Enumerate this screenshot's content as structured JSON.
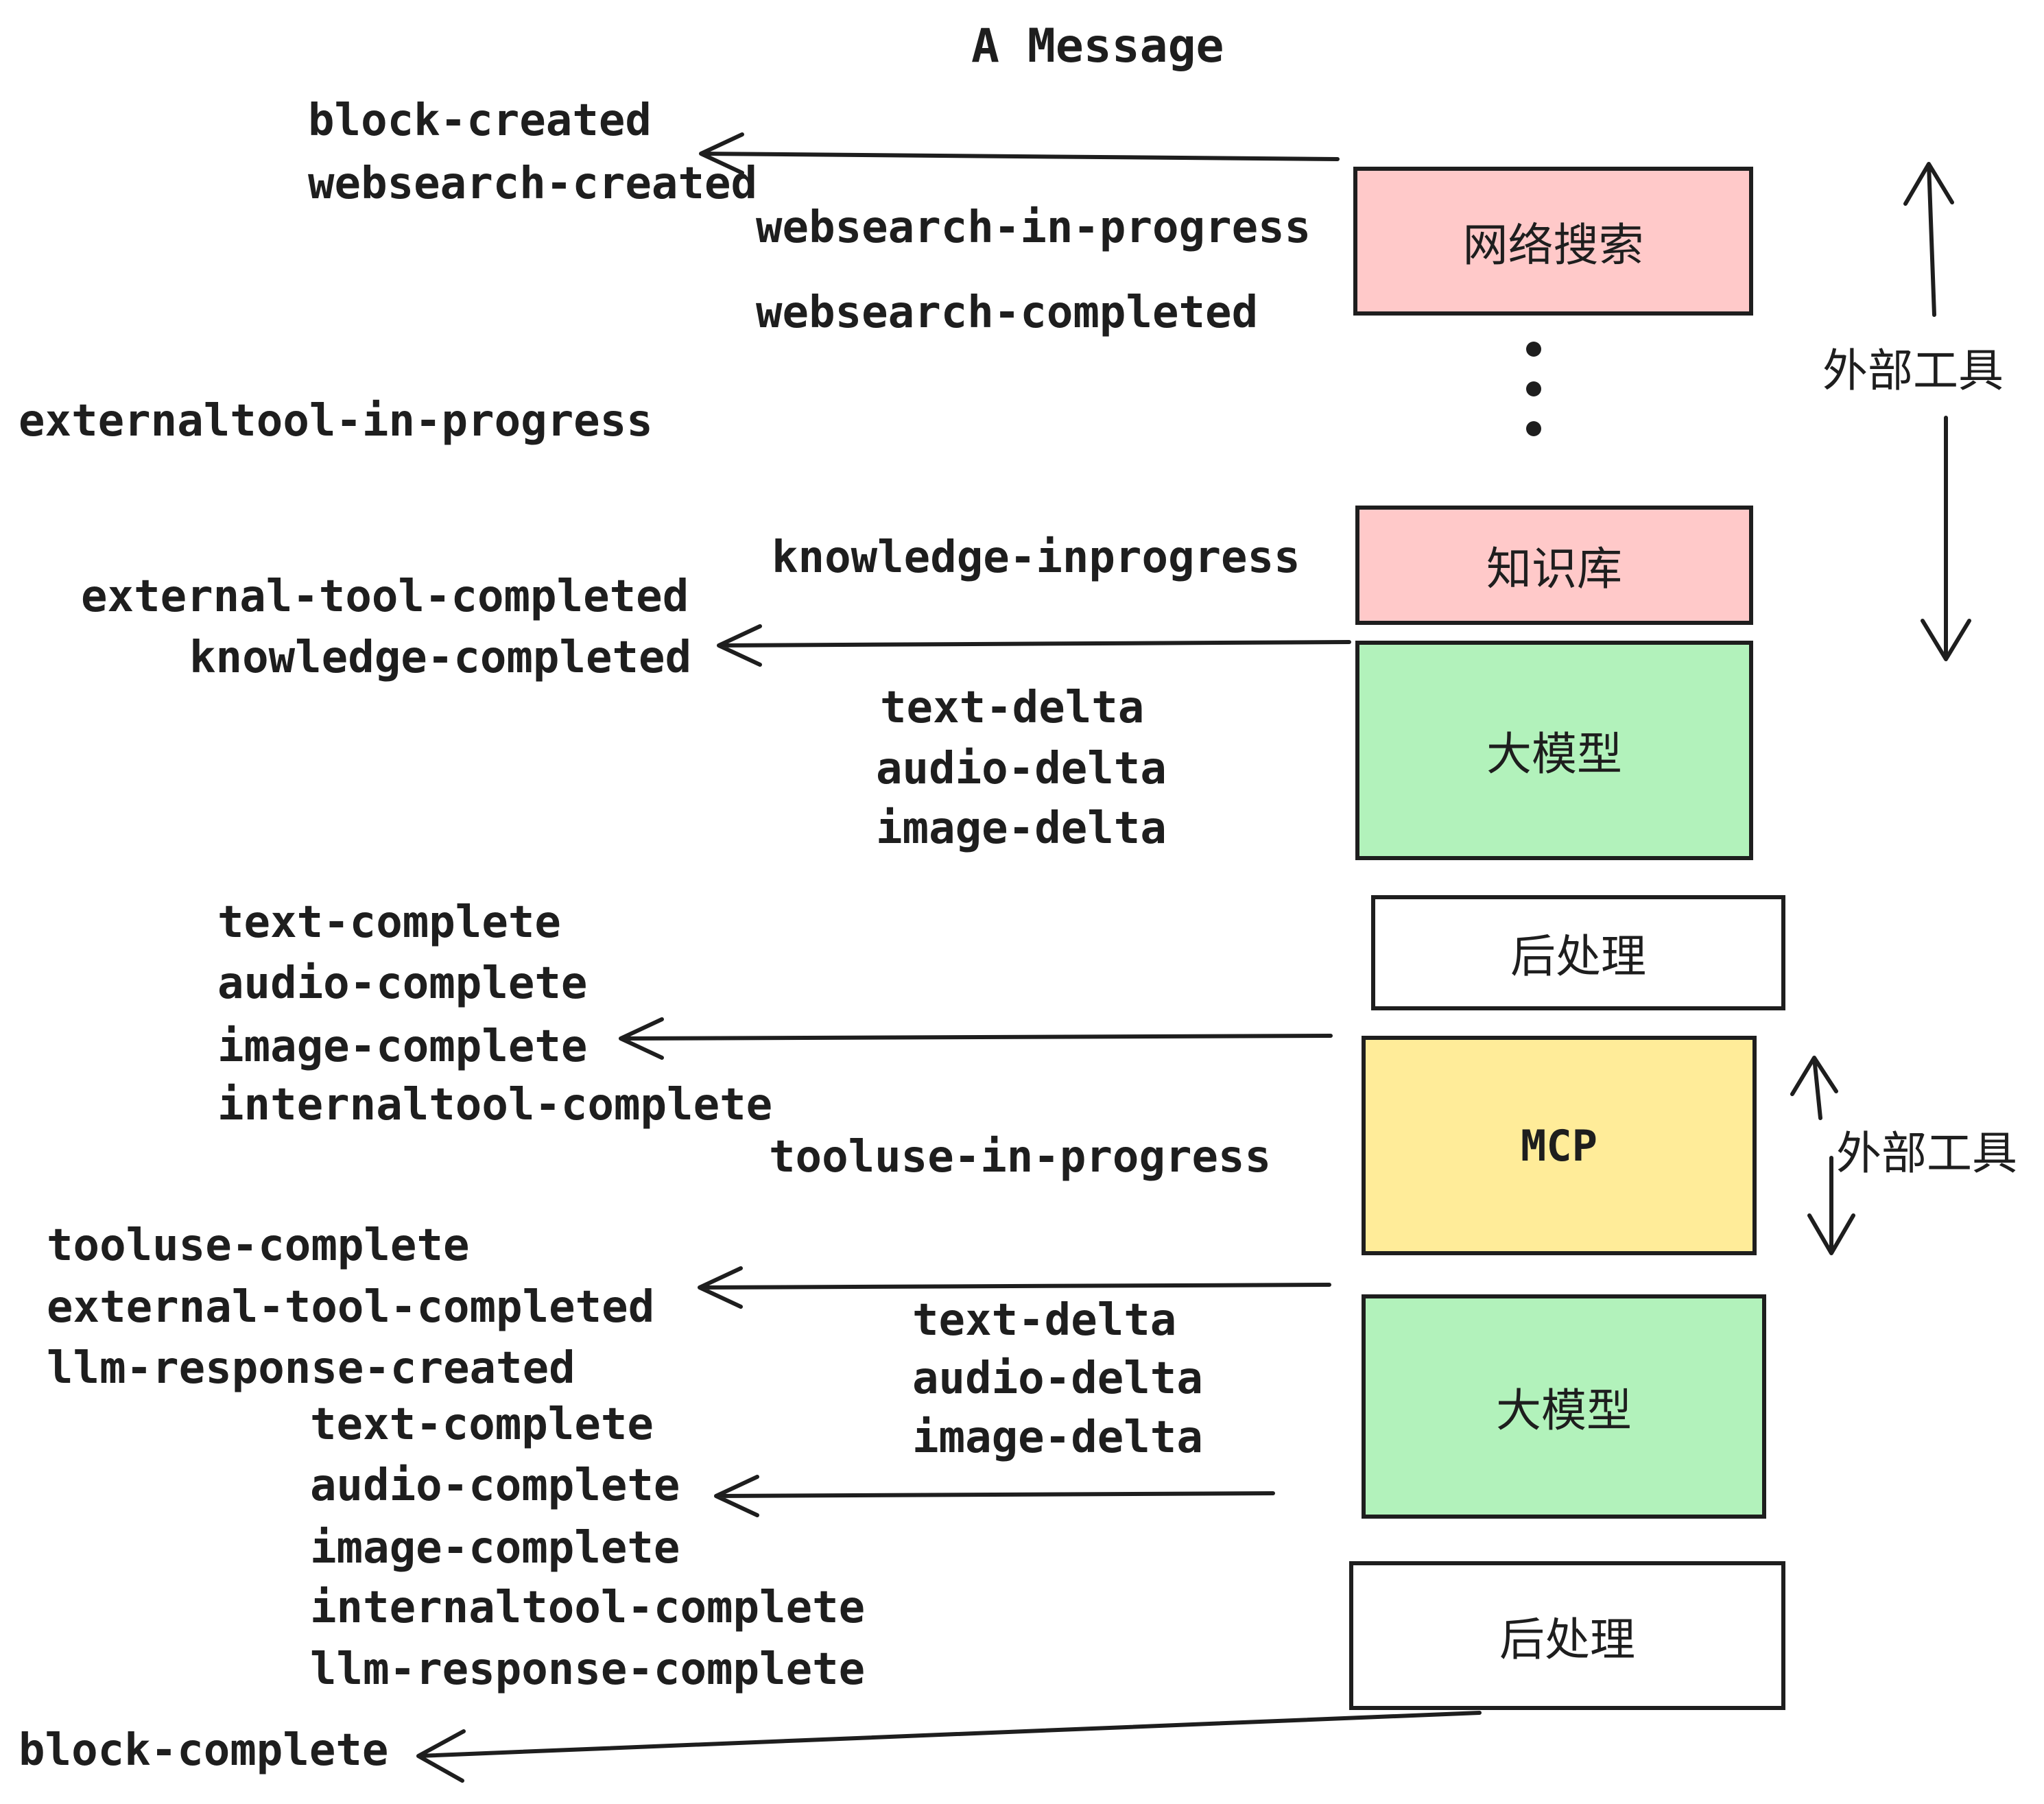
{
  "title": "A Message",
  "colors": {
    "pink": "#ffc9c9",
    "green": "#b2f2bb",
    "yellow": "#ffec99",
    "white": "#ffffff",
    "stroke": "#1e1e1e"
  },
  "boxes": [
    {
      "id": "websearch",
      "label": "网络搜索",
      "color_key": "pink"
    },
    {
      "id": "knowledge-base",
      "label": "知识库",
      "color_key": "pink"
    },
    {
      "id": "llm-1",
      "label": "大模型",
      "color_key": "green"
    },
    {
      "id": "postprocess-1",
      "label": "后处理",
      "color_key": "white"
    },
    {
      "id": "mcp",
      "label": "MCP",
      "color_key": "yellow"
    },
    {
      "id": "llm-2",
      "label": "大模型",
      "color_key": "green"
    },
    {
      "id": "postprocess-2",
      "label": "后处理",
      "color_key": "white"
    }
  ],
  "side_labels": {
    "external_tools_top": "外部工具",
    "external_tools_mid": "外部工具"
  },
  "events": {
    "block_created": "block-created",
    "websearch_created": "websearch-created",
    "websearch_in_progress": "websearch-in-progress",
    "websearch_completed": "websearch-completed",
    "externaltool_in_progress": "externaltool-in-progress",
    "knowledge_inprogress": "knowledge-inprogress",
    "external_tool_completed_1": "external-tool-completed",
    "knowledge_completed": "knowledge-completed",
    "text_delta_1": "text-delta",
    "audio_delta_1": "audio-delta",
    "image_delta_1": "image-delta",
    "text_complete_1": "text-complete",
    "audio_complete_1": "audio-complete",
    "image_complete_1": "image-complete",
    "internaltool_complete_1": "internaltool-complete",
    "tooluse_in_progress": "tooluse-in-progress",
    "tooluse_complete": "tooluse-complete",
    "external_tool_completed_2": "external-tool-completed",
    "llm_response_created": "llm-response-created",
    "text_delta_2": "text-delta",
    "audio_delta_2": "audio-delta",
    "image_delta_2": "image-delta",
    "text_complete_2": "text-complete",
    "audio_complete_2": "audio-complete",
    "image_complete_2": "image-complete",
    "internaltool_complete_2": "internaltool-complete",
    "llm_response_complete": "llm-response-complete",
    "block_complete": "block-complete"
  },
  "ellipsis_dot_count": 3
}
